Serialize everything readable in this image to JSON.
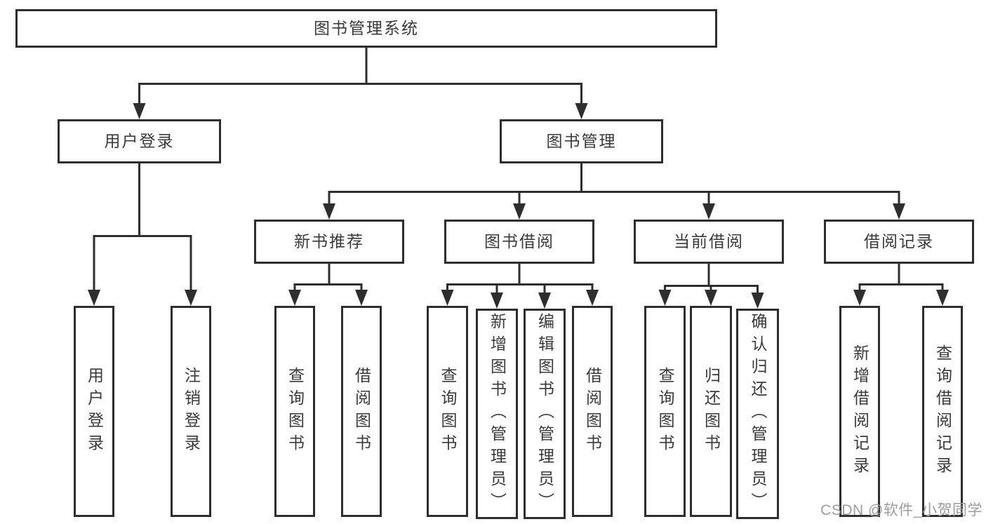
{
  "title": {
    "label": "图书管理系统"
  },
  "branches": [
    {
      "label": "用户登录",
      "children": [
        {
          "label": "用户登录"
        },
        {
          "label": "注销登录"
        }
      ]
    },
    {
      "label": "图书管理",
      "children": [
        {
          "label": "新书推荐",
          "children": [
            {
              "label": "查询图书"
            },
            {
              "label": "借阅图书"
            }
          ]
        },
        {
          "label": "图书借阅",
          "children": [
            {
              "label": "查询图书"
            },
            {
              "label": "新增图书（管理员）"
            },
            {
              "label": "编辑图书（管理员）"
            },
            {
              "label": "借阅图书"
            }
          ]
        },
        {
          "label": "当前借阅",
          "children": [
            {
              "label": "查询图书"
            },
            {
              "label": "归还图书"
            },
            {
              "label": "确认归还（管理员）"
            }
          ]
        },
        {
          "label": "借阅记录",
          "children": [
            {
              "label": "新增借阅记录"
            },
            {
              "label": "查询借阅记录"
            }
          ]
        }
      ]
    }
  ],
  "watermark": {
    "text": "CSDN @软件_小贺同学"
  },
  "colors": {
    "line": "#2e2e2e",
    "node_border": "#2e2e2e",
    "node_fill": "#ffffff",
    "text": "#3a3a3a",
    "watermark": "#9c9c9c",
    "background": "#ffffff"
  }
}
